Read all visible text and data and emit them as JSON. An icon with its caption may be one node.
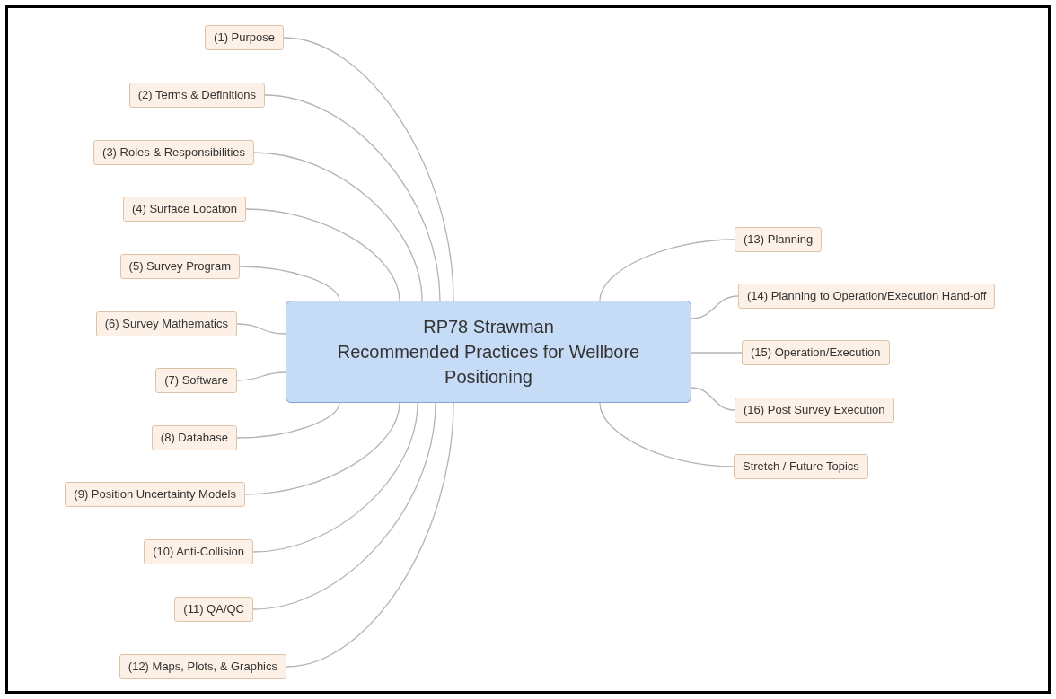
{
  "diagram": {
    "nodes": [
      {
        "text": [
          "RP78 Strawman",
          "Recommended Practices for Wellbore Positioning"
        ]
      },
      {
        "text": [
          "(1) Purpose"
        ]
      },
      {
        "text": [
          "(2) Terms & Definitions"
        ]
      },
      {
        "text": [
          "(3) Roles & Responsibilities"
        ]
      },
      {
        "text": [
          "(4) Surface Location"
        ]
      },
      {
        "text": [
          "(5) Survey Program"
        ]
      },
      {
        "text": [
          "(6) Survey Mathematics"
        ]
      },
      {
        "text": [
          "(7) Software"
        ]
      },
      {
        "text": [
          "(8) Database"
        ]
      },
      {
        "text": [
          "(9) Position Uncertainty Models"
        ]
      },
      {
        "text": [
          "(10) Anti-Collision"
        ]
      },
      {
        "text": [
          "(11) QA/QC"
        ]
      },
      {
        "text": [
          "(12) Maps, Plots, & Graphics"
        ]
      },
      {
        "text": [
          "(13) Planning"
        ]
      },
      {
        "text": [
          "(14) Planning to Operation/Execution Hand-off"
        ]
      },
      {
        "text": [
          "(15) Operation/Execution"
        ]
      },
      {
        "text": [
          "(16) Post Survey Execution"
        ]
      },
      {
        "text": [
          "Stretch / Future Topics"
        ]
      }
    ],
    "edges": [
      {
        "from": 0,
        "to": 1,
        "arrow": "none"
      },
      {
        "from": 0,
        "to": 2,
        "arrow": "none"
      },
      {
        "from": 0,
        "to": 3,
        "arrow": "none"
      },
      {
        "from": 0,
        "to": 4,
        "arrow": "none"
      },
      {
        "from": 0,
        "to": 5,
        "arrow": "none"
      },
      {
        "from": 0,
        "to": 6,
        "arrow": "none"
      },
      {
        "from": 0,
        "to": 7,
        "arrow": "none"
      },
      {
        "from": 0,
        "to": 8,
        "arrow": "none"
      },
      {
        "from": 0,
        "to": 9,
        "arrow": "none"
      },
      {
        "from": 0,
        "to": 10,
        "arrow": "none"
      },
      {
        "from": 0,
        "to": 11,
        "arrow": "none"
      },
      {
        "from": 0,
        "to": 12,
        "arrow": "none"
      },
      {
        "from": 0,
        "to": 13,
        "arrow": "none"
      },
      {
        "from": 0,
        "to": 14,
        "arrow": "none"
      },
      {
        "from": 0,
        "to": 15,
        "arrow": "none"
      },
      {
        "from": 0,
        "to": 16,
        "arrow": "none"
      },
      {
        "from": 0,
        "to": 17,
        "arrow": "none"
      }
    ]
  }
}
